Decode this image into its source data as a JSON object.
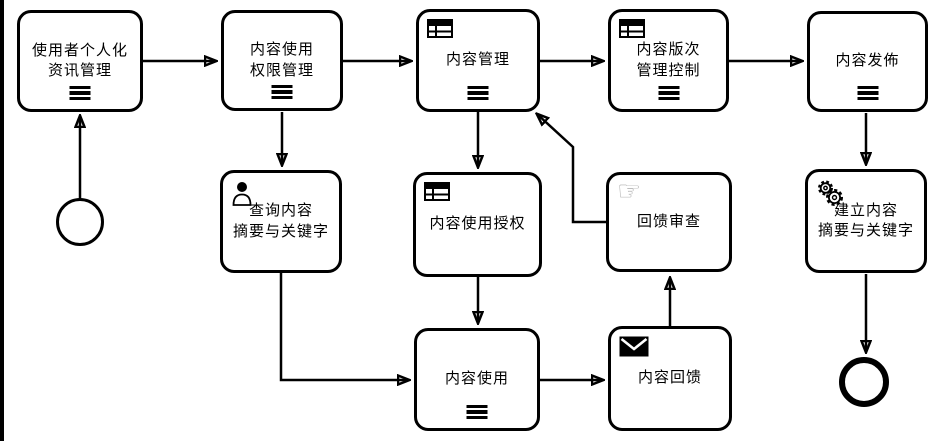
{
  "diagram": {
    "background_color": "#ffffff",
    "stroke_color": "#000000",
    "hand_icon_color": "#b3b3b3",
    "nodes": [
      {
        "id": "user-personalization",
        "label": "使用者个人化\n资讯管理",
        "icon": "",
        "marker": "multi-instance"
      },
      {
        "id": "content-permission",
        "label": "内容使用\n权限管理",
        "icon": "",
        "marker": "multi-instance"
      },
      {
        "id": "content-management",
        "label": "内容管理",
        "icon": "table-icon",
        "marker": "multi-instance"
      },
      {
        "id": "content-version-control",
        "label": "内容版次\n管理控制",
        "icon": "table-icon",
        "marker": "multi-instance"
      },
      {
        "id": "content-publish",
        "label": "内容发佈",
        "icon": "",
        "marker": "multi-instance"
      },
      {
        "id": "query-content-summary",
        "label": "查询内容\n摘要与关键字",
        "icon": "user-icon",
        "marker": ""
      },
      {
        "id": "content-use-authorization",
        "label": "内容使用授权",
        "icon": "table-icon",
        "marker": ""
      },
      {
        "id": "feedback-review",
        "label": "回馈审查",
        "icon": "hand-icon",
        "marker": ""
      },
      {
        "id": "create-content-summary",
        "label": "建立内容\n摘要与关键字",
        "icon": "gears-icon",
        "marker": ""
      },
      {
        "id": "content-use",
        "label": "内容使用",
        "icon": "",
        "marker": "multi-instance"
      },
      {
        "id": "content-feedback",
        "label": "内容回馈",
        "icon": "envelope-icon",
        "marker": ""
      }
    ],
    "events": [
      {
        "id": "start-event",
        "type": "start"
      },
      {
        "id": "end-event",
        "type": "end"
      }
    ],
    "edges": [
      {
        "from": "start-event",
        "to": "user-personalization"
      },
      {
        "from": "user-personalization",
        "to": "content-permission"
      },
      {
        "from": "content-permission",
        "to": "content-management"
      },
      {
        "from": "content-management",
        "to": "content-version-control"
      },
      {
        "from": "content-version-control",
        "to": "content-publish"
      },
      {
        "from": "content-permission",
        "to": "query-content-summary"
      },
      {
        "from": "content-management",
        "to": "content-use-authorization"
      },
      {
        "from": "content-use-authorization",
        "to": "content-use"
      },
      {
        "from": "query-content-summary",
        "to": "content-use"
      },
      {
        "from": "content-use",
        "to": "content-feedback"
      },
      {
        "from": "content-feedback",
        "to": "feedback-review"
      },
      {
        "from": "feedback-review",
        "to": "content-management"
      },
      {
        "from": "content-publish",
        "to": "create-content-summary"
      },
      {
        "from": "create-content-summary",
        "to": "end-event"
      }
    ]
  }
}
